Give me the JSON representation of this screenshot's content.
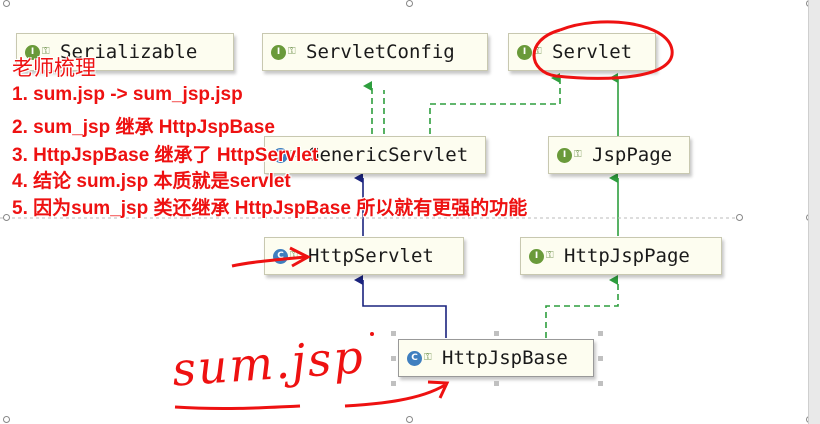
{
  "nodes": {
    "serializable": "Serializable",
    "servlet_config": "ServletConfig",
    "servlet": "Servlet",
    "generic_servlet": "GenericServlet",
    "jsp_page": "JspPage",
    "http_servlet": "HttpServlet",
    "http_jsp_page": "HttpJspPage",
    "http_jsp_base": "HttpJspBase"
  },
  "badges": {
    "interface": "I",
    "class": "C"
  },
  "notes": {
    "title": "老师梳理",
    "line1": "1. sum.jsp -> sum_jsp.jsp",
    "line2": "2. sum_jsp 继承 HttpJspBase",
    "line3": "3. HttpJspBase 继承了 HttpServlet",
    "line4": "4. 结论 sum.jsp 本质就是servlet",
    "line5": "5. 因为sum_jsp 类还继承 HttpJspBase 所以就有更强的功能"
  },
  "handwriting": "sum.jsp",
  "colors": {
    "annotation": "#ee1111",
    "implements": "#2e9e3e",
    "extends": "#1a237e",
    "interface_badge": "#6a9a3a",
    "class_badge": "#3f7fbf"
  }
}
